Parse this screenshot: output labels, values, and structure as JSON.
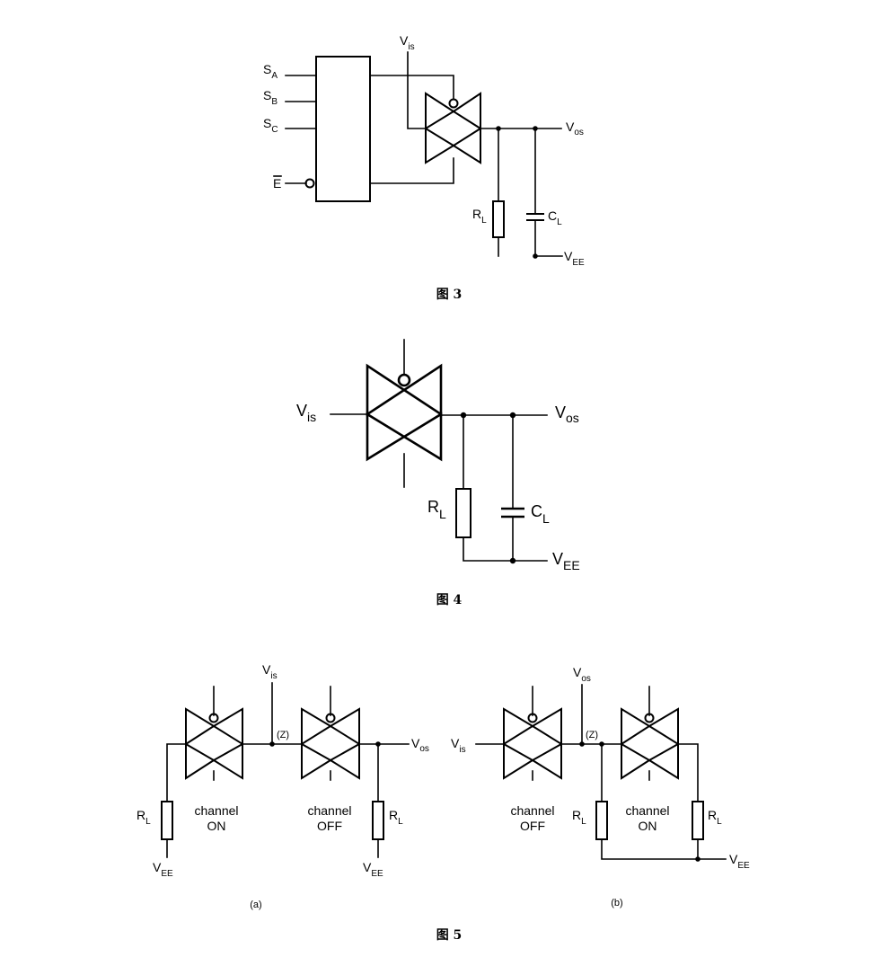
{
  "figure3": {
    "caption": "图 3",
    "sa_main": "S",
    "sa_sub": "A",
    "sb_main": "S",
    "sb_sub": "B",
    "sc_main": "S",
    "sc_sub": "C",
    "e_label": "E",
    "vis_main": "V",
    "vis_sub": "is",
    "vos_main": "V",
    "vos_sub": "os",
    "rl_main": "R",
    "rl_sub": "L",
    "cl_main": "C",
    "cl_sub": "L",
    "vee_main": "V",
    "vee_sub": "EE"
  },
  "figure4": {
    "caption": "图 4",
    "vis_main": "V",
    "vis_sub": "is",
    "vos_main": "V",
    "vos_sub": "os",
    "rl_main": "R",
    "rl_sub": "L",
    "cl_main": "C",
    "cl_sub": "L",
    "vee_main": "V",
    "vee_sub": "EE"
  },
  "figure5": {
    "caption": "图 5",
    "a": {
      "sublabel": "(a)",
      "vis_main": "V",
      "vis_sub": "is",
      "vos_main": "V",
      "vos_sub": "os",
      "z_label": "(Z)",
      "left_channel_1": "channel",
      "left_channel_2": "ON",
      "right_channel_1": "channel",
      "right_channel_2": "OFF",
      "rl_left_main": "R",
      "rl_left_sub": "L",
      "rl_right_main": "R",
      "rl_right_sub": "L",
      "vee_left_main": "V",
      "vee_left_sub": "EE",
      "vee_right_main": "V",
      "vee_right_sub": "EE"
    },
    "b": {
      "sublabel": "(b)",
      "vos_main": "V",
      "vos_sub": "os",
      "vis_main": "V",
      "vis_sub": "is",
      "z_label": "(Z)",
      "left_channel_1": "channel",
      "left_channel_2": "OFF",
      "right_channel_1": "channel",
      "right_channel_2": "ON",
      "rl_left_main": "R",
      "rl_left_sub": "L",
      "rl_right_main": "R",
      "rl_right_sub": "L",
      "vee_main": "V",
      "vee_sub": "EE"
    }
  }
}
